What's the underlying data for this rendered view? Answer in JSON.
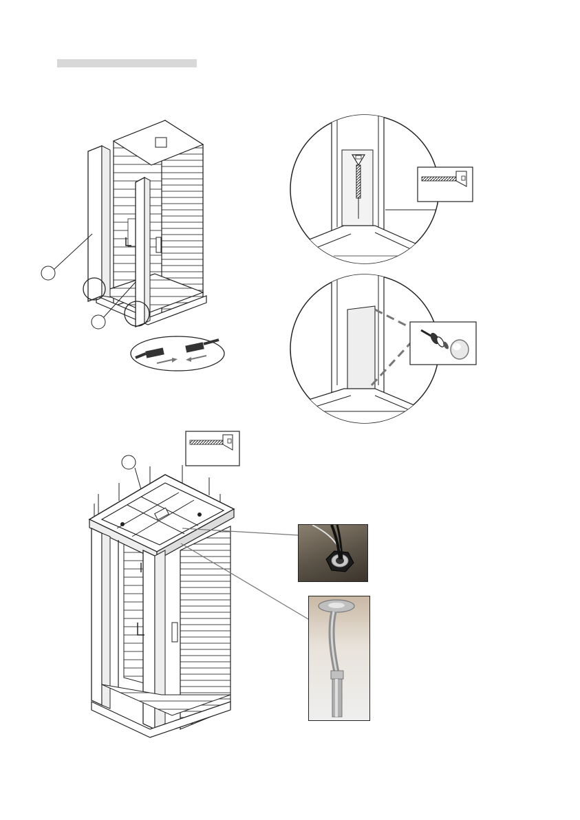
{
  "document": {
    "type": "assembly-instruction-page",
    "header_label": "",
    "step_markers": [
      "",
      "",
      ""
    ],
    "colors": {
      "ink": "#222222",
      "header_bar": "#d8d8d8",
      "wood_line": "#444444",
      "arrow_gray": "#777777",
      "photo_dark": "#3a3a3a",
      "photo_light": "#d9d2c8"
    },
    "icons": [
      "screw-icon",
      "bolt-with-cap-icon",
      "connector-plug-icon",
      "cable-grommet-photo",
      "bolt-photo"
    ]
  }
}
